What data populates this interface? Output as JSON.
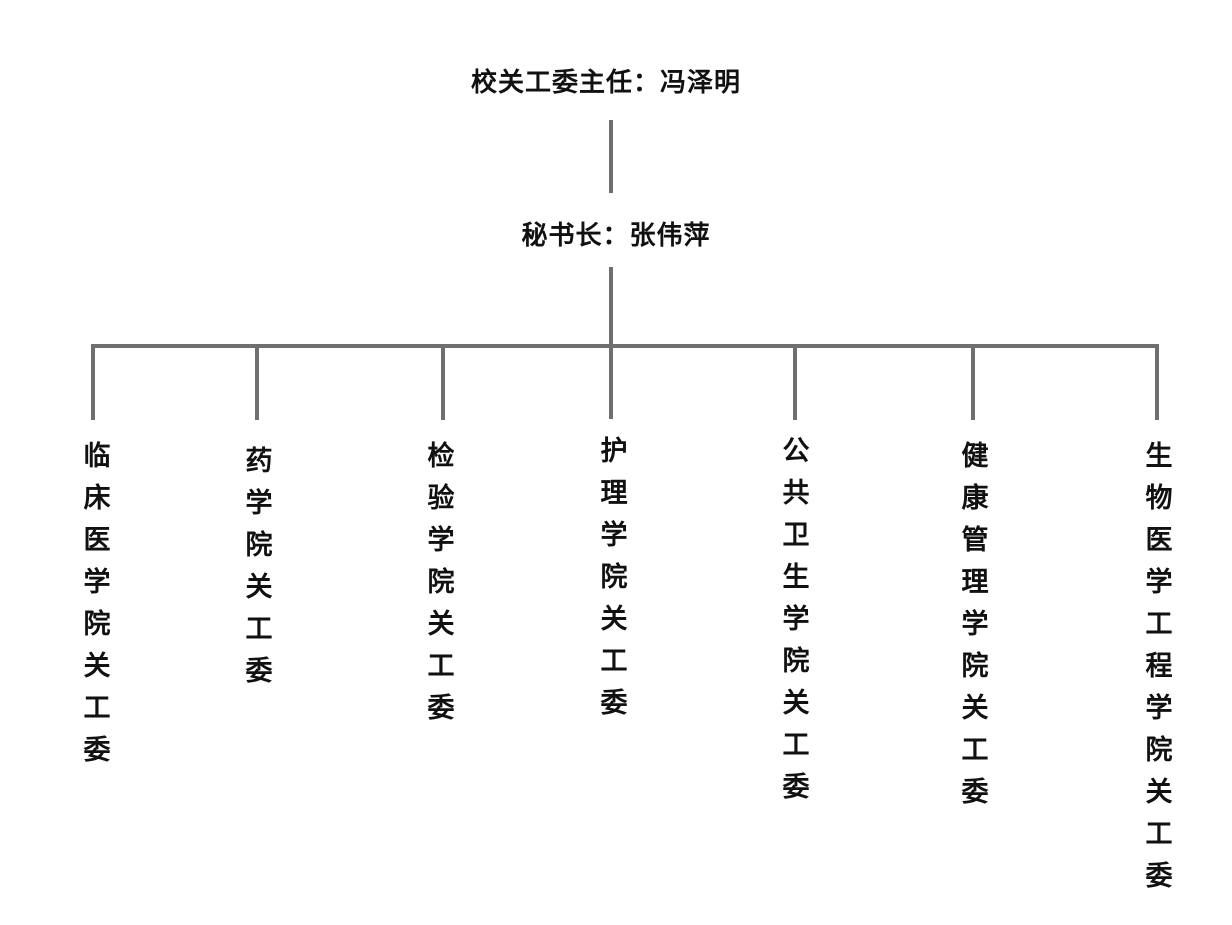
{
  "chart_title": "校关工委主任：冯泽明",
  "secretary": "秘书长：张伟萍",
  "departments": [
    "临床医学院关工委",
    "药学院关工委",
    "检验学院关工委",
    "护理学院关工委",
    "公共卫生学院关工委",
    "健康管理学院关工委",
    "生物医学工程学院关工委"
  ],
  "colors": {
    "line": "#6f6f6f",
    "text": "#111111",
    "background": "#ffffff"
  }
}
